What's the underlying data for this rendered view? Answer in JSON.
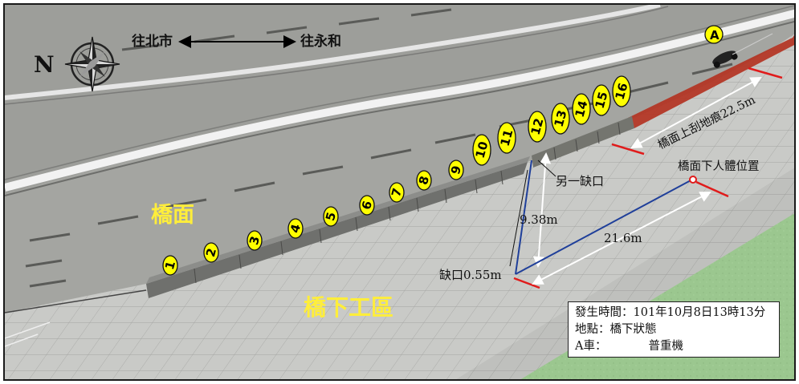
{
  "directions": {
    "north_letter": "N",
    "left_text": "往北市",
    "right_text": "往永和"
  },
  "labels": {
    "bridge_deck": "橋面",
    "under_bridge_area": "橋下工區",
    "gap_main": "缺口0.55m",
    "gap_other": "另一缺口",
    "dist_vertical": "9.38m",
    "dist_diagonal": "21.6m",
    "scrape_mark": "橋面上刮地痕22.5m",
    "body_position": "橋面下人體位置",
    "vehicle_marker": "A"
  },
  "barrier_numbers": [
    "1",
    "2",
    "3",
    "4",
    "5",
    "6",
    "7",
    "8",
    "9",
    "10",
    "11",
    "12",
    "13",
    "14",
    "15",
    "16"
  ],
  "info": {
    "time_label": "發生時間：",
    "time_value": "101年10月8日13時13分",
    "place_label": "地點：",
    "place_value": "橋下狀態",
    "vehicle_label": "A車：",
    "vehicle_value": "普重機"
  },
  "colors": {
    "label_yellow": "#ffee3a",
    "marker_red": "#e01b1b",
    "line_blue": "#1f3f9a",
    "scrape_red": "#b33322"
  }
}
